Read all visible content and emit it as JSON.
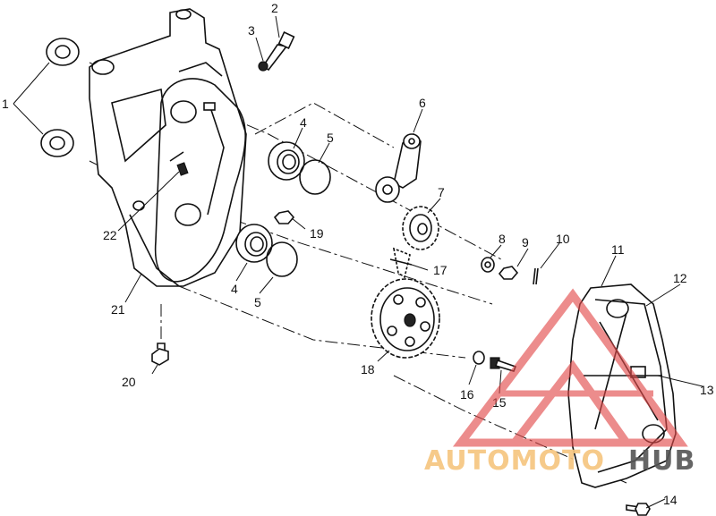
{
  "callouts": [
    "1",
    "2",
    "3",
    "4",
    "5",
    "6",
    "7",
    "4",
    "5",
    "8",
    "9",
    "10",
    "11",
    "12",
    "13",
    "14",
    "15",
    "16",
    "17",
    "18",
    "19",
    "20",
    "21",
    "22"
  ],
  "watermark": {
    "text_a": "AUTOMOTO",
    "text_b": "HUB",
    "color_a": "#f6c57e",
    "color_b": "#555555",
    "logo_color": "#e24a4a"
  }
}
